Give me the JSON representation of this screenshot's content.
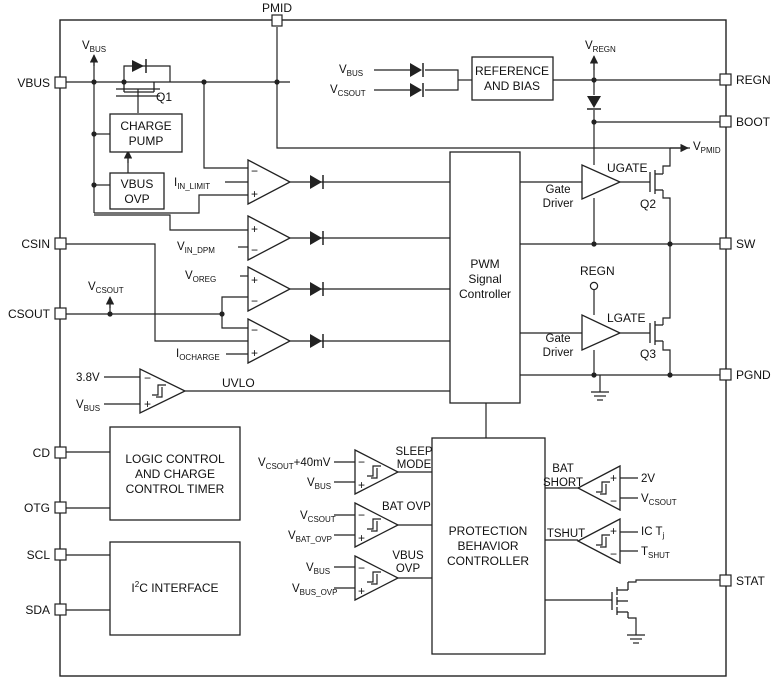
{
  "pins": {
    "pmid": "PMID",
    "vbus": "VBUS",
    "csin": "CSIN",
    "csout": "CSOUT",
    "cd": "CD",
    "otg": "OTG",
    "scl": "SCL",
    "sda": "SDA",
    "regn": "REGN",
    "boot": "BOOT",
    "sw": "SW",
    "pgnd": "PGND",
    "stat": "STAT"
  },
  "blocks": {
    "charge_pump": [
      "CHARGE",
      "PUMP"
    ],
    "vbus_ovp": [
      "VBUS",
      "OVP"
    ],
    "reference": [
      "REFERENCE",
      "AND BIAS"
    ],
    "pwm": [
      "PWM",
      "Signal",
      "Controller"
    ],
    "logic": [
      "LOGIC CONTROL",
      "AND CHARGE",
      "CONTROL TIMER"
    ],
    "i2c_main": "I",
    "i2c_sup": "2",
    "i2c_rest": "C INTERFACE",
    "protection": [
      "PROTECTION",
      "BEHAVIOR",
      "CONTROLLER"
    ],
    "gate_driver_top": [
      "Gate",
      "Driver"
    ],
    "gate_driver_bottom": [
      "Gate",
      "Driver"
    ]
  },
  "labels": {
    "v": "V",
    "vbus_sub": "BUS",
    "vcsout_sub": "CSOUT",
    "vregn_sub": "REGN",
    "vpmid_sub": "PMID",
    "i": "I",
    "in_limit_sub": "IN_LIMIT",
    "in_dpm_sub": "IN_DPM",
    "oreg_sub": "OREG",
    "ocharge_sub": "OCHARGE",
    "q1": "Q1",
    "q2": "Q2",
    "q3": "Q3",
    "ugate": "UGATE",
    "lgate": "LGATE",
    "regn_text": "REGN",
    "v38": "3.8V",
    "uvlo": "UVLO",
    "plus40": "+40mV",
    "sleep": [
      "SLEEP",
      "MODE"
    ],
    "bat_ovp": "BAT OVP",
    "bat_ovp_sub": "BAT_OVP",
    "vbus_ovp_label": [
      "VBUS",
      "OVP"
    ],
    "bus_ovp_sub": "BUS_OVP",
    "bat_short": [
      "BAT",
      "SHORT"
    ],
    "two_v": "2V",
    "tshut": "TSHUT",
    "ic": "IC T",
    "j_sub": "j",
    "t": "T",
    "shut_sub": "SHUT"
  },
  "signs": {
    "plus": "+",
    "minus": "−"
  }
}
